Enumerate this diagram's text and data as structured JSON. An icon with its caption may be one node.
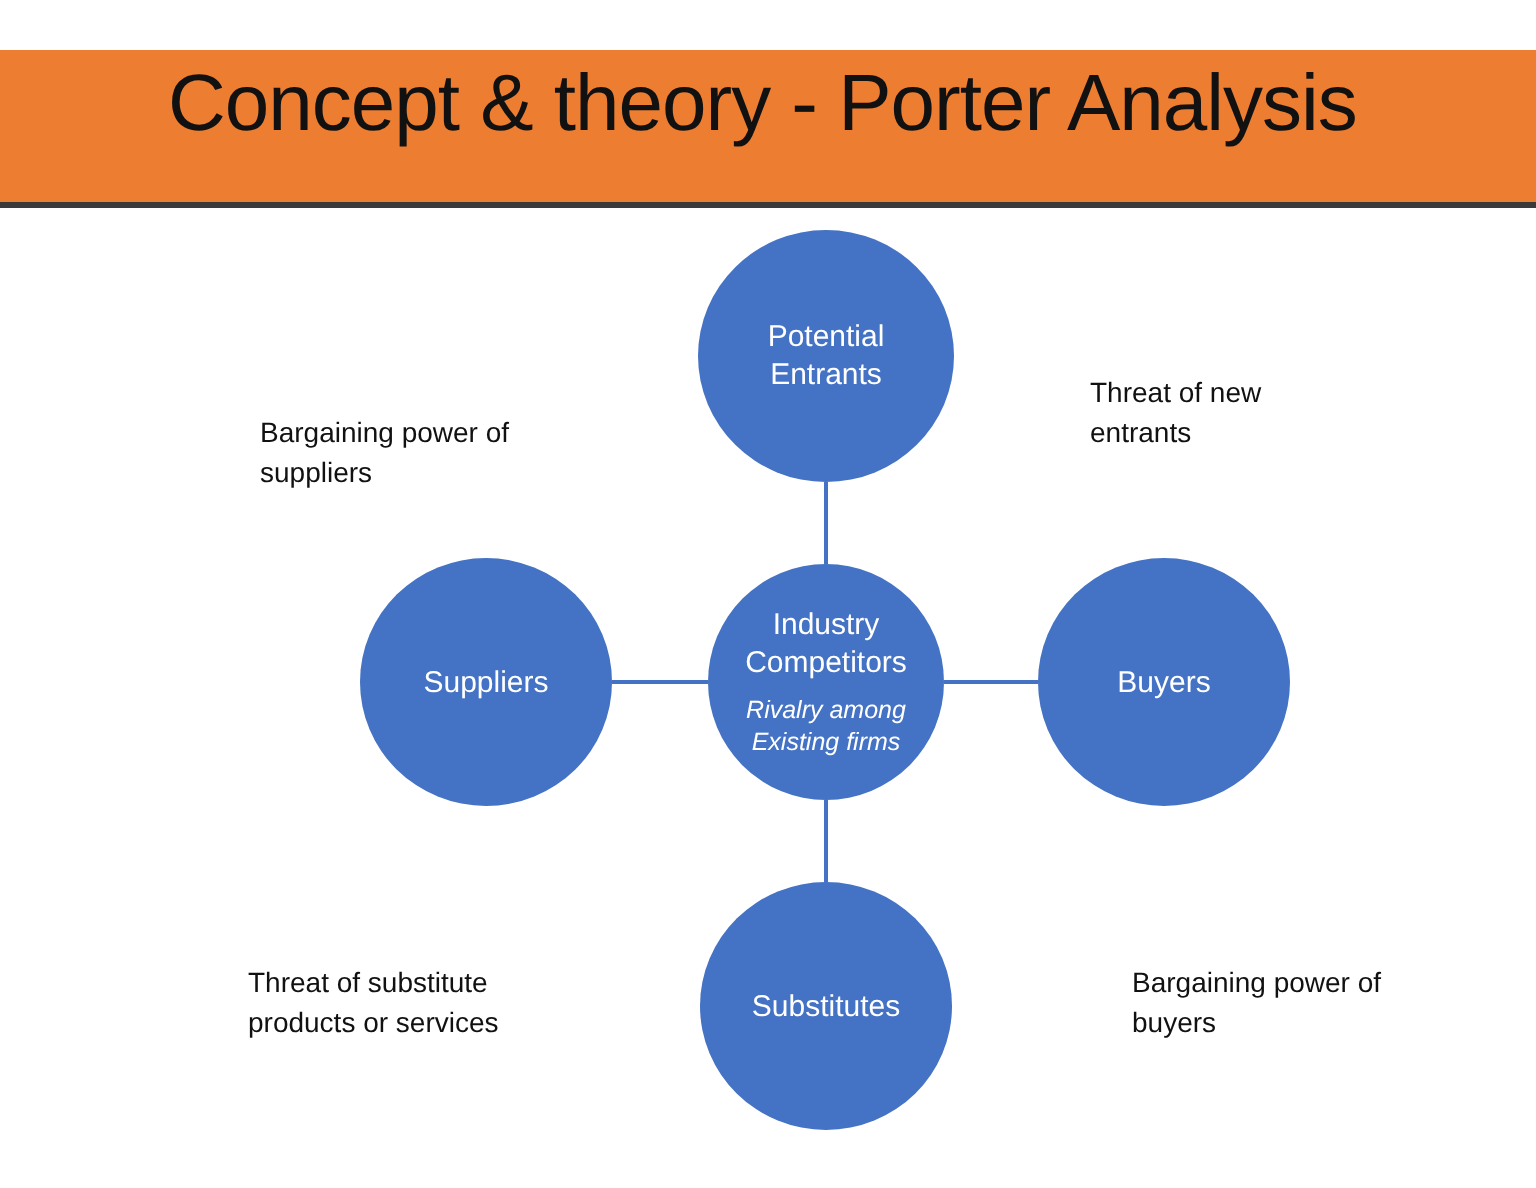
{
  "diagram": {
    "title": "Concept & theory -  Porter Analysis",
    "nodes": [
      {
        "text": [
          "Potential Entrants"
        ]
      },
      {
        "text": [
          "Suppliers"
        ]
      },
      {
        "text": [
          "Industry Competitors",
          "Rivalry among Existing firms"
        ]
      },
      {
        "text": [
          "Buyers"
        ]
      },
      {
        "text": [
          "Substitutes"
        ]
      }
    ],
    "edges": [
      {
        "from": 0,
        "to": 2,
        "arrow": "none"
      },
      {
        "from": 1,
        "to": 2,
        "arrow": "none"
      },
      {
        "from": 2,
        "to": 3,
        "arrow": "none"
      },
      {
        "from": 2,
        "to": 4,
        "arrow": "none"
      }
    ],
    "labels": [
      "Threat of new entrants",
      "Bargaining power of suppliers",
      "Threat of substitute products or services",
      "Bargaining power of buyers"
    ]
  }
}
